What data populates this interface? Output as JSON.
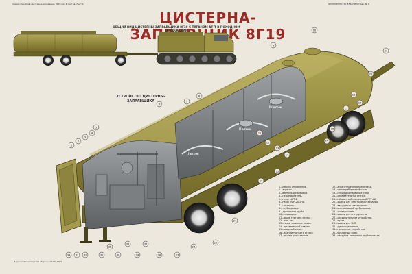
{
  "header": {
    "left_note": "Серия плакатов «Цистерна-заправщик 8Г19» из 8 листов. Лист 1.",
    "right_note": "НЕСЕКРЕТНО ПО ИЗДАНИЮ  Плак. № 5",
    "title": "ЦИСТЕРНА-ЗАПРАВЩИК 8Г19",
    "subtitle": "ОБЩИЙ ВИД ЦИСТЕРНЫ-ЗАПРАВЩИКА 8Г19 С ТЯГАЧОМ АТ-Т В ПОХОДНОМ ПОЛОЖЕНИИ"
  },
  "section_label": "УСТРОЙСТВО ЦИСТЕРНЫ-ЗАПРАВЩИКА",
  "compartment_labels": {
    "first": "I отсек",
    "second": "II отсек",
    "third": "III отсек"
  },
  "callout_numbers": [
    "1",
    "2",
    "3",
    "4",
    "5",
    "6",
    "7",
    "8",
    "9",
    "10",
    "11",
    "12",
    "13",
    "14",
    "15",
    "16",
    "17",
    "18",
    "19",
    "20",
    "21",
    "22",
    "23",
    "24",
    "25",
    "26",
    "27",
    "28",
    "29",
    "30",
    "31",
    "32",
    "33",
    "34",
    "35",
    "36",
    "37"
  ],
  "legend": {
    "col1": [
      "1—кабина управления.",
      "2—агрегат.",
      "3—вентиль дозаправки.",
      "4—газоотделитель.",
      "5—насос ЦНТ-2.",
      "6—насос ЭЦН-20-2НА.",
      "7—цистерна.",
      "8—трубопровод.",
      "9—дренажная труба.",
      "10—площадка.",
      "11—ящик третьего отсека.",
      "12—люк-лаз.",
      "13—ниши заливных люков.",
      "14—дыхательный клапан.",
      "15—опорный каток.",
      "16—задний третьего отсека.",
      "17—ящики для шлангов."
    ],
    "col2": [
      "17—агрегатные опорные отсеки.",
      "18—межпереборочный отсек.",
      "19—площадка первого отсека.",
      "20—отражательная стенка.",
      "21—габаритный сигнальный ГСТ-66.",
      "22—ящики для электрооборудования.",
      "23—вакуумный электронасос.",
      "24—всасывающий трубопровод.",
      "25—огнетушитель.",
      "26—ящики для инструмента.",
      "27—соединительное устройство.",
      "28—кузов.",
      "29—ящики для ЗИП.",
      "30—ручки сцепления.",
      "31—прицепное устройство.",
      "32—буксирный крюк.",
      "33—патрубок напорного трубопровода."
    ]
  },
  "footer_note": "Издание Министерства обороны СССР. 1965."
}
